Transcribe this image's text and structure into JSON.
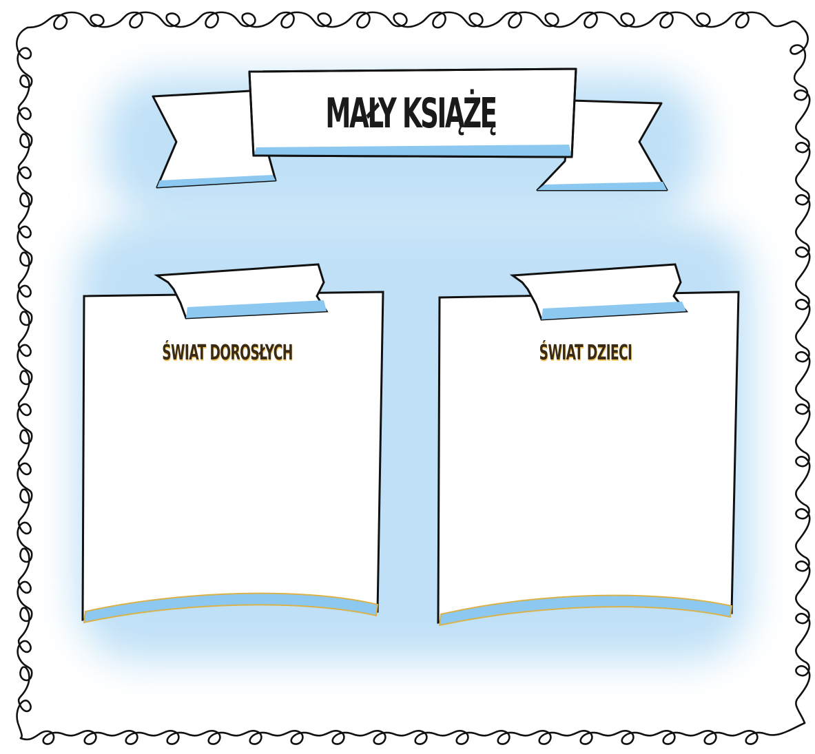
{
  "banner": {
    "title": "MAŁY KSIĄŻĘ"
  },
  "cards": [
    {
      "heading": "ŚWIAT DOROSŁYCH"
    },
    {
      "heading": "ŚWIAT DZIECI"
    }
  ],
  "colors": {
    "accent_blue": "#8cc8f0",
    "tape_shadow": "#f2c862",
    "ink": "#1a1a1a",
    "heading_ink": "#3b2a14"
  }
}
